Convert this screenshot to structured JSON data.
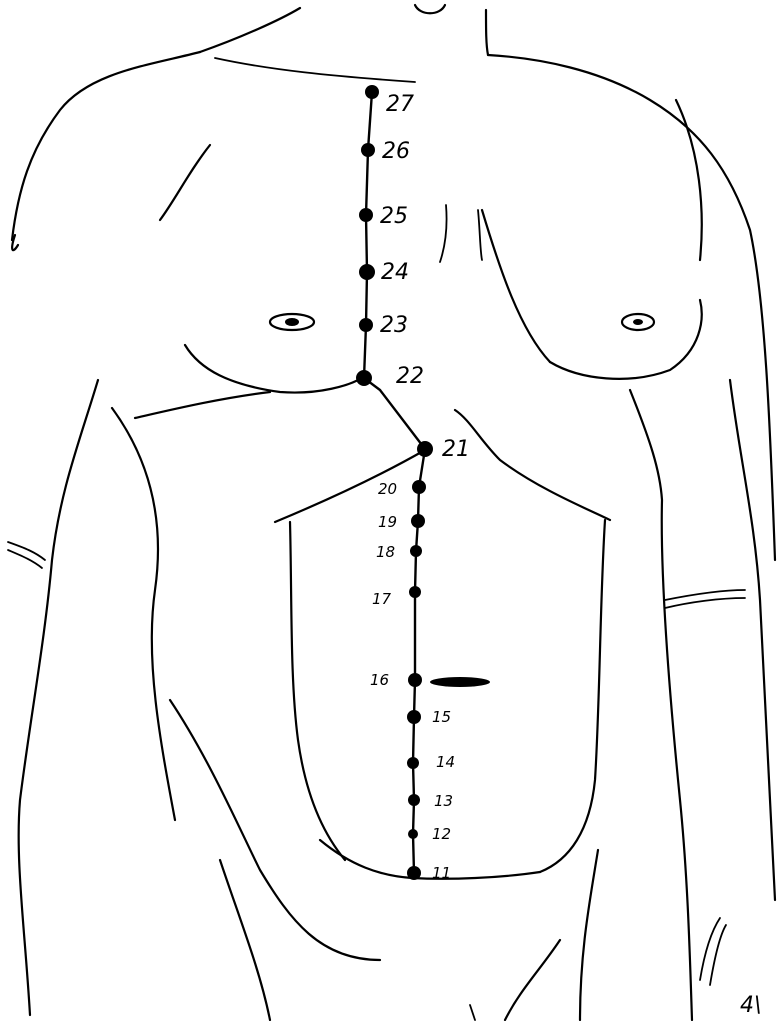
{
  "points": [
    {
      "id": "point-11",
      "label": "11"
    },
    {
      "id": "point-12",
      "label": "12"
    },
    {
      "id": "point-13",
      "label": "13"
    },
    {
      "id": "point-14",
      "label": "14"
    },
    {
      "id": "point-15",
      "label": "15"
    },
    {
      "id": "point-16",
      "label": "16"
    },
    {
      "id": "point-17",
      "label": "17"
    },
    {
      "id": "point-18",
      "label": "18"
    },
    {
      "id": "point-19",
      "label": "19"
    },
    {
      "id": "point-20",
      "label": "20"
    },
    {
      "id": "point-21",
      "label": "21"
    },
    {
      "id": "point-22",
      "label": "22"
    },
    {
      "id": "point-23",
      "label": "23"
    },
    {
      "id": "point-24",
      "label": "24"
    },
    {
      "id": "point-25",
      "label": "25"
    },
    {
      "id": "point-26",
      "label": "26"
    },
    {
      "id": "point-27",
      "label": "27"
    }
  ],
  "corner_mark": "4\\"
}
